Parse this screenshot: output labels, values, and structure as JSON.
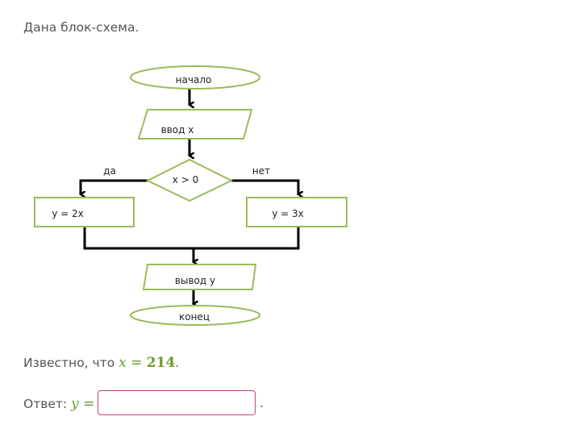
{
  "intro": "Дана блок-схема.",
  "flowchart": {
    "start": "начало",
    "input": "ввод x",
    "condition": "x > 0",
    "yes_label": "да",
    "no_label": "нет",
    "yes_action": "y = 2x",
    "no_action": "y = 3x",
    "output": "вывод y",
    "end": "конец"
  },
  "known": {
    "prefix": "Известно, что ",
    "var": "x",
    "eq": " = ",
    "value": "214",
    "suffix": "."
  },
  "answer": {
    "label": "Ответ: ",
    "var": "y",
    "eq": " =",
    "value": "",
    "suffix": "."
  },
  "colors": {
    "shape_border": "#9bbb59",
    "math": "#6b9a2e",
    "input_border": "#c2407f"
  }
}
